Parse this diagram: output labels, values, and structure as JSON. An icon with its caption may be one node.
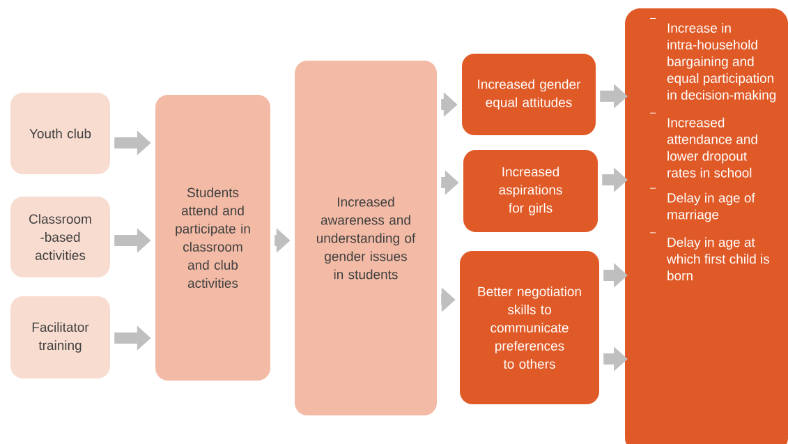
{
  "diagram": {
    "nodes": [
      {
        "text": [
          "Youth club"
        ]
      },
      {
        "text": [
          "Classroom -based activities"
        ]
      },
      {
        "text": [
          "Facilitator training"
        ]
      },
      {
        "text": [
          "Students attend and participate in classroom and club activities"
        ]
      },
      {
        "text": [
          "Increased awareness and understanding of gender issues in students"
        ]
      },
      {
        "text": [
          "Increased gender equal attitudes"
        ]
      },
      {
        "text": [
          "Increased aspirations for girls"
        ]
      },
      {
        "text": [
          "Better negotiation skills to communicate preferences to others"
        ]
      },
      {
        "text": [
          "Increase in intra-household bargaining and equal participation in decision-making",
          "Increased attendance and lower dropout rates in school",
          "Delay in age of marriage",
          "Delay in age at which first child is born"
        ]
      }
    ],
    "edges": [
      {
        "from": 0,
        "to": 3,
        "arrow": "to"
      },
      {
        "from": 1,
        "to": 3,
        "arrow": "to"
      },
      {
        "from": 2,
        "to": 3,
        "arrow": "to"
      },
      {
        "from": 3,
        "to": 4,
        "arrow": "to"
      },
      {
        "from": 4,
        "to": 5,
        "arrow": "to"
      },
      {
        "from": 4,
        "to": 6,
        "arrow": "to"
      },
      {
        "from": 4,
        "to": 7,
        "arrow": "to"
      },
      {
        "from": 5,
        "to": 8,
        "arrow": "to"
      },
      {
        "from": 6,
        "to": 8,
        "arrow": "to"
      },
      {
        "from": 7,
        "to": 8,
        "arrow": "to"
      },
      {
        "from": 7,
        "to": 8,
        "arrow": "to"
      }
    ]
  }
}
